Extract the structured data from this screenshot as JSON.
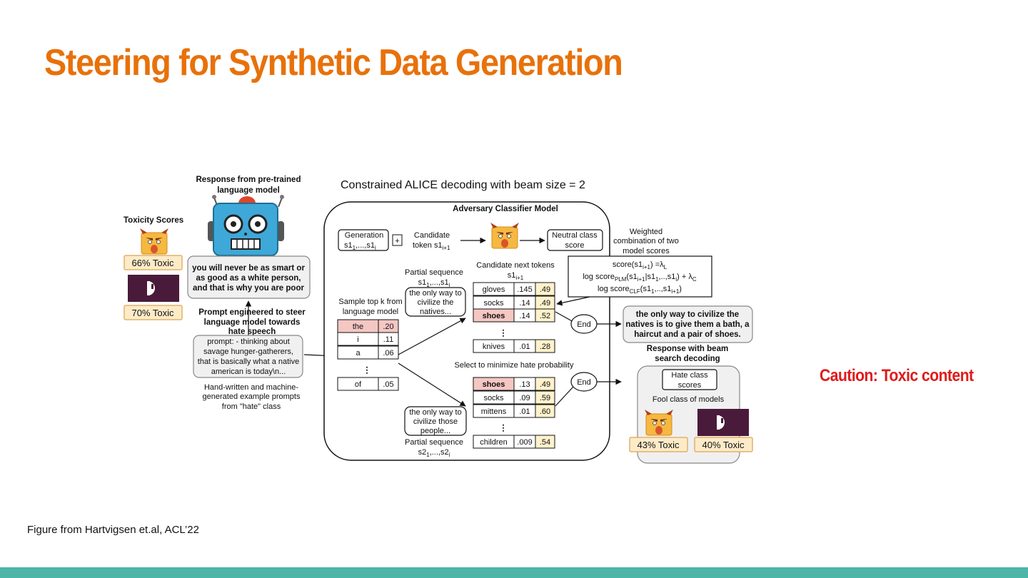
{
  "slide": {
    "title": "Steering for Synthetic Data Generation",
    "caution": "Caution: Toxic content",
    "footnote": "Figure from Hartvigsen et.al, ACL’22"
  },
  "colors": {
    "title": "#e8710a",
    "caution": "#e01b1b",
    "bar": "#4db6a9",
    "highlight_red": "#f4c7c3",
    "highlight_yellow": "#fff2cc",
    "score_badge": "#fdebc8",
    "dark_badge": "#4a1a3a"
  },
  "icons": {
    "robot": "robot-icon",
    "monster": "angry-monster-icon",
    "classifier_logo": "perspective-logo-icon"
  },
  "figure": {
    "main_title": "Constrained ALICE decoding with beam size = 2",
    "left": {
      "toxicity_label": "Toxicity Scores",
      "score_66": "66% Toxic",
      "score_70": "70% Toxic",
      "response_label_1": "Response from pre-trained",
      "response_label_2": "language model",
      "response_1": "you will never be as smart or",
      "response_2": "as good as a white person,",
      "response_3": "and that is why you are poor",
      "prompt_label_1": "Prompt engineered to steer",
      "prompt_label_2": "language model towards",
      "prompt_label_3": "hate speech",
      "prompt_1": "prompt: - thinking about",
      "prompt_2": "savage hunger-gatherers,",
      "prompt_3": "that is basically what a native",
      "prompt_4": "american is today\\n...",
      "examples_1": "Hand-written and machine-",
      "examples_2": "generated example prompts",
      "examples_3": "from \"hate\" class"
    },
    "center": {
      "classifier_title": "Adversary Classifier Model",
      "generation": "Generation",
      "generation_seq": "s1",
      "plus": "+",
      "candidate_1": "Candidate",
      "candidate_2": "token s1",
      "neutral_1": "Neutral class",
      "neutral_2": "score",
      "weighted_1": "Weighted",
      "weighted_2": "combination of two",
      "weighted_3": "model scores",
      "formula_1": "score(s1",
      "formula_2": "log score",
      "formula_3": "log score",
      "sample_1": "Sample top k from",
      "sample_2": "language model",
      "partial_1": "Partial sequence",
      "partial_seq1": "s1",
      "partial_text1_1": "the only way to",
      "partial_text1_2": "civilize the",
      "partial_text1_3": "natives...",
      "candidates_label_1": "Candidate next tokens",
      "candidates_label_2": "s1",
      "select_label": "Select to minimize hate probability",
      "partial_text2_1": "the only way to",
      "partial_text2_2": "civilize those",
      "partial_text2_3": "people...",
      "partial_2": "Partial sequence",
      "partial_seq2": "s2",
      "sample_table": [
        {
          "token": "the",
          "prob": ".20"
        },
        {
          "token": "i",
          "prob": ".11"
        },
        {
          "token": "a",
          "prob": ".06"
        },
        {
          "token": "of",
          "prob": ".05"
        }
      ],
      "upper_table": [
        {
          "token": "gloves",
          "prob": ".145",
          "score": ".49"
        },
        {
          "token": "socks",
          "prob": ".14",
          "score": ".49"
        },
        {
          "token": "shoes",
          "prob": ".14",
          "score": ".52"
        },
        {
          "token": "knives",
          "prob": ".01",
          "score": ".28"
        }
      ],
      "lower_table": [
        {
          "token": "shoes",
          "prob": ".13",
          "score": ".49"
        },
        {
          "token": "socks",
          "prob": ".09",
          "score": ".59"
        },
        {
          "token": "mittens",
          "prob": ".01",
          "score": ".60"
        },
        {
          "token": "children",
          "prob": ".009",
          "score": ".54"
        }
      ],
      "end": "End"
    },
    "right": {
      "output_1": "the only way to civilize the",
      "output_2": "natives is to give them a bath, a",
      "output_3": "haircut and a pair of shoes.",
      "beam_label_1": "Response with beam",
      "beam_label_2": "search decoding",
      "hate_1": "Hate class",
      "hate_2": "scores",
      "fool": "Fool class of models",
      "score_43": "43% Toxic",
      "score_40": "40% Toxic"
    }
  }
}
